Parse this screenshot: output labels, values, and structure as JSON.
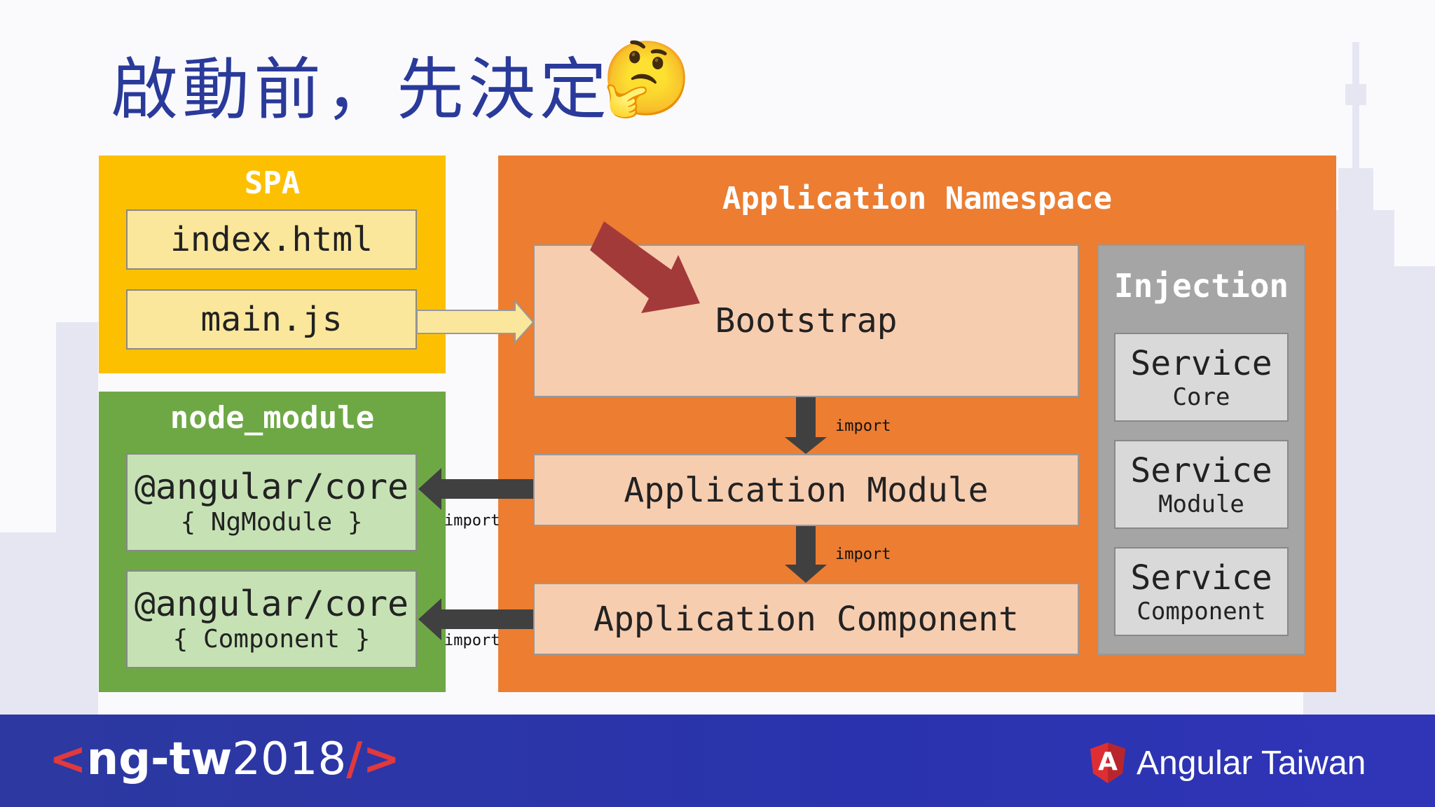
{
  "title": "啟動前，先決定",
  "title_emoji": "🤔",
  "spa": {
    "label": "SPA",
    "files": [
      "index.html",
      "main.js"
    ]
  },
  "node_module": {
    "label": "node_module",
    "packages": [
      {
        "name": "@angular/core",
        "sub": "{ NgModule }"
      },
      {
        "name": "@angular/core",
        "sub": "{ Component }"
      }
    ]
  },
  "app_namespace": {
    "label": "Application Namespace",
    "bootstrap": "Bootstrap",
    "module": "Application Module",
    "component": "Application Component"
  },
  "injection": {
    "label": "Injection",
    "services": [
      {
        "name": "Service",
        "sub": "Core"
      },
      {
        "name": "Service",
        "sub": "Module"
      },
      {
        "name": "Service",
        "sub": "Component"
      }
    ]
  },
  "import_labels": {
    "bootstrap_to_module": "import",
    "module_to_component": "import",
    "module_to_core": "import",
    "component_to_core": "import"
  },
  "footer": {
    "event_open": "<",
    "event_name": "ng-tw",
    "event_year": "2018",
    "event_close": "/>",
    "org_name": "Angular Taiwan",
    "org_icon_letter": "A"
  },
  "colors": {
    "title": "#2a3a9a",
    "spa": "#fdc000",
    "node_module": "#6ea845",
    "app_namespace": "#ec7d31",
    "injection": "#a5a5a5",
    "bootstrap_arrow": "#a33a3a",
    "footer": "#2d39a0"
  }
}
